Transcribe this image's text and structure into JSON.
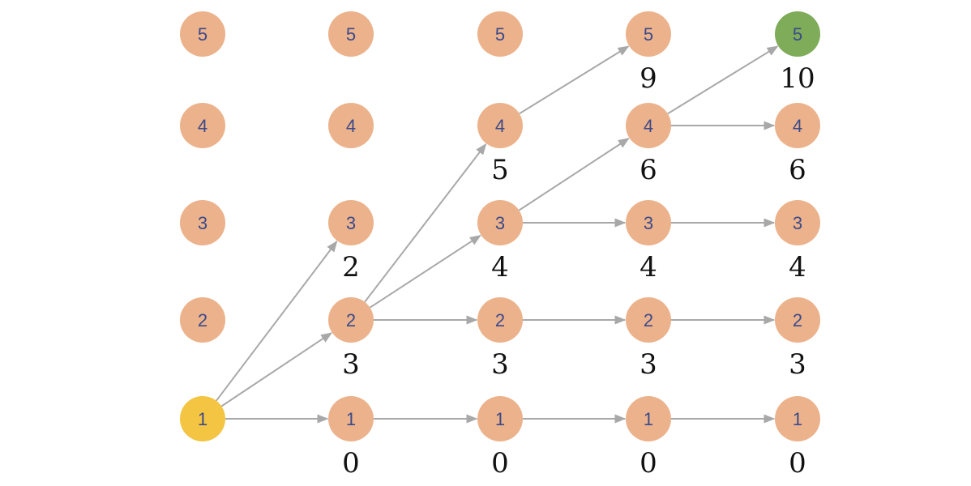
{
  "colors": {
    "node_default": "#ecb28b",
    "node_start": "#f4c542",
    "node_goal": "#7fac59",
    "node_text": "#3b4a8a",
    "edge": "#a8a8a8",
    "score_text": "#111111"
  },
  "columns": 5,
  "rows": [
    1,
    2,
    3,
    4,
    5
  ],
  "nodes": [
    {
      "id": "c0-r1",
      "col": 0,
      "row": 1,
      "label": "1",
      "status": "start",
      "score": ""
    },
    {
      "id": "c0-r2",
      "col": 0,
      "row": 2,
      "label": "2",
      "status": "default",
      "score": ""
    },
    {
      "id": "c0-r3",
      "col": 0,
      "row": 3,
      "label": "3",
      "status": "default",
      "score": ""
    },
    {
      "id": "c0-r4",
      "col": 0,
      "row": 4,
      "label": "4",
      "status": "default",
      "score": ""
    },
    {
      "id": "c0-r5",
      "col": 0,
      "row": 5,
      "label": "5",
      "status": "default",
      "score": ""
    },
    {
      "id": "c1-r1",
      "col": 1,
      "row": 1,
      "label": "1",
      "status": "default",
      "score": "0"
    },
    {
      "id": "c1-r2",
      "col": 1,
      "row": 2,
      "label": "2",
      "status": "default",
      "score": "3"
    },
    {
      "id": "c1-r3",
      "col": 1,
      "row": 3,
      "label": "3",
      "status": "default",
      "score": "2"
    },
    {
      "id": "c1-r4",
      "col": 1,
      "row": 4,
      "label": "4",
      "status": "default",
      "score": ""
    },
    {
      "id": "c1-r5",
      "col": 1,
      "row": 5,
      "label": "5",
      "status": "default",
      "score": ""
    },
    {
      "id": "c2-r1",
      "col": 2,
      "row": 1,
      "label": "1",
      "status": "default",
      "score": "0"
    },
    {
      "id": "c2-r2",
      "col": 2,
      "row": 2,
      "label": "2",
      "status": "default",
      "score": "3"
    },
    {
      "id": "c2-r3",
      "col": 2,
      "row": 3,
      "label": "3",
      "status": "default",
      "score": "4"
    },
    {
      "id": "c2-r4",
      "col": 2,
      "row": 4,
      "label": "4",
      "status": "default",
      "score": "5"
    },
    {
      "id": "c2-r5",
      "col": 2,
      "row": 5,
      "label": "5",
      "status": "default",
      "score": ""
    },
    {
      "id": "c3-r1",
      "col": 3,
      "row": 1,
      "label": "1",
      "status": "default",
      "score": "0"
    },
    {
      "id": "c3-r2",
      "col": 3,
      "row": 2,
      "label": "2",
      "status": "default",
      "score": "3"
    },
    {
      "id": "c3-r3",
      "col": 3,
      "row": 3,
      "label": "3",
      "status": "default",
      "score": "4"
    },
    {
      "id": "c3-r4",
      "col": 3,
      "row": 4,
      "label": "4",
      "status": "default",
      "score": "6"
    },
    {
      "id": "c3-r5",
      "col": 3,
      "row": 5,
      "label": "5",
      "status": "default",
      "score": "9"
    },
    {
      "id": "c4-r1",
      "col": 4,
      "row": 1,
      "label": "1",
      "status": "default",
      "score": "0"
    },
    {
      "id": "c4-r2",
      "col": 4,
      "row": 2,
      "label": "2",
      "status": "default",
      "score": "3"
    },
    {
      "id": "c4-r3",
      "col": 4,
      "row": 3,
      "label": "3",
      "status": "default",
      "score": "4"
    },
    {
      "id": "c4-r4",
      "col": 4,
      "row": 4,
      "label": "4",
      "status": "default",
      "score": "6"
    },
    {
      "id": "c4-r5",
      "col": 4,
      "row": 5,
      "label": "5",
      "status": "goal",
      "score": "10"
    }
  ],
  "edges": [
    {
      "from": "c0-r1",
      "to": "c1-r1"
    },
    {
      "from": "c0-r1",
      "to": "c1-r2"
    },
    {
      "from": "c0-r1",
      "to": "c1-r3"
    },
    {
      "from": "c1-r1",
      "to": "c2-r1"
    },
    {
      "from": "c1-r2",
      "to": "c2-r2"
    },
    {
      "from": "c1-r2",
      "to": "c2-r3"
    },
    {
      "from": "c1-r2",
      "to": "c2-r4"
    },
    {
      "from": "c2-r1",
      "to": "c3-r1"
    },
    {
      "from": "c2-r2",
      "to": "c3-r2"
    },
    {
      "from": "c2-r3",
      "to": "c3-r3"
    },
    {
      "from": "c2-r3",
      "to": "c3-r4"
    },
    {
      "from": "c2-r4",
      "to": "c3-r5"
    },
    {
      "from": "c3-r1",
      "to": "c4-r1"
    },
    {
      "from": "c3-r2",
      "to": "c4-r2"
    },
    {
      "from": "c3-r3",
      "to": "c4-r3"
    },
    {
      "from": "c3-r4",
      "to": "c4-r4"
    },
    {
      "from": "c3-r4",
      "to": "c4-r5"
    }
  ]
}
